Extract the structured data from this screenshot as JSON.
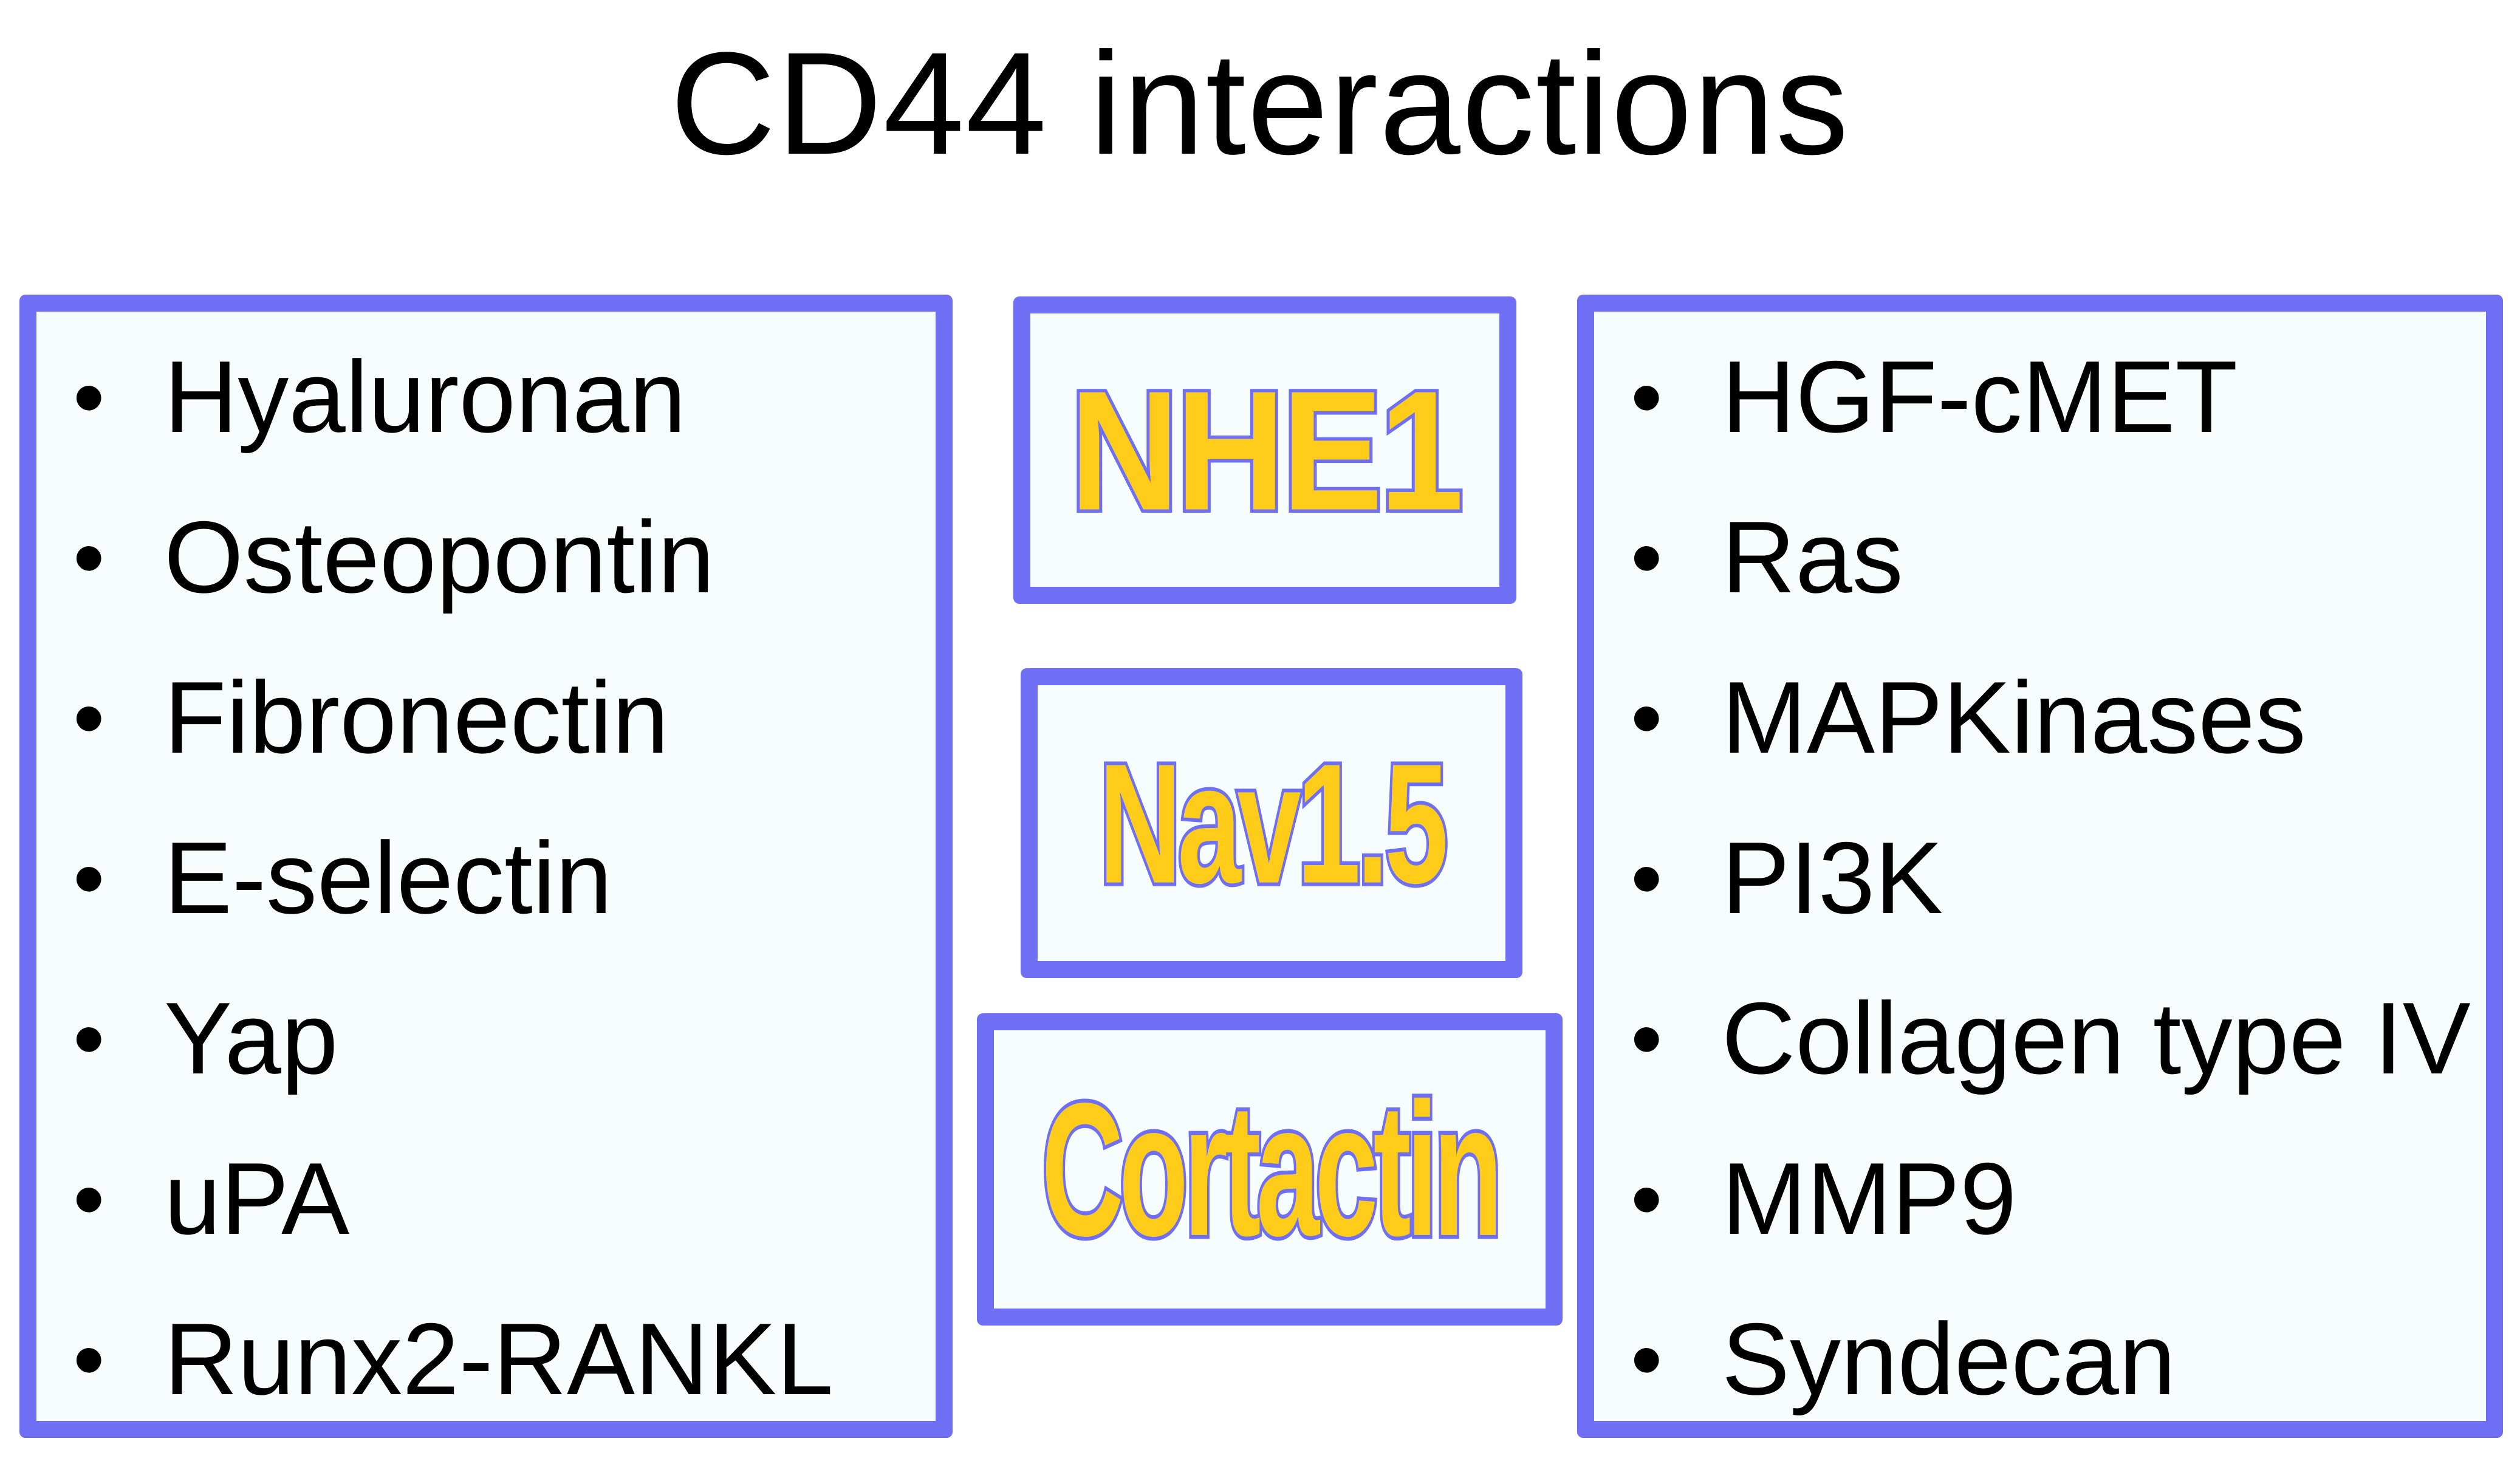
{
  "title": "CD44 interactions",
  "colors": {
    "box_border": "#6f6ff5",
    "box_fill": "#f7fdfd",
    "center_text_fill": "#ffcc1a",
    "center_text_outline": "#6f6ff5"
  },
  "left_list": {
    "bullet": "•",
    "items": [
      "Hyaluronan",
      "Osteopontin",
      "Fibronectin",
      "E-selectin",
      "Yap",
      "uPA",
      "Runx2-RANKL"
    ]
  },
  "center": {
    "items": [
      "NHE1",
      "Nav1.5",
      "Cortactin"
    ]
  },
  "right_list": {
    "bullet": "•",
    "items": [
      "HGF-cMET",
      "Ras",
      "MAPKinases",
      "PI3K",
      "Collagen type IV",
      "MMP9",
      "Syndecan"
    ]
  }
}
